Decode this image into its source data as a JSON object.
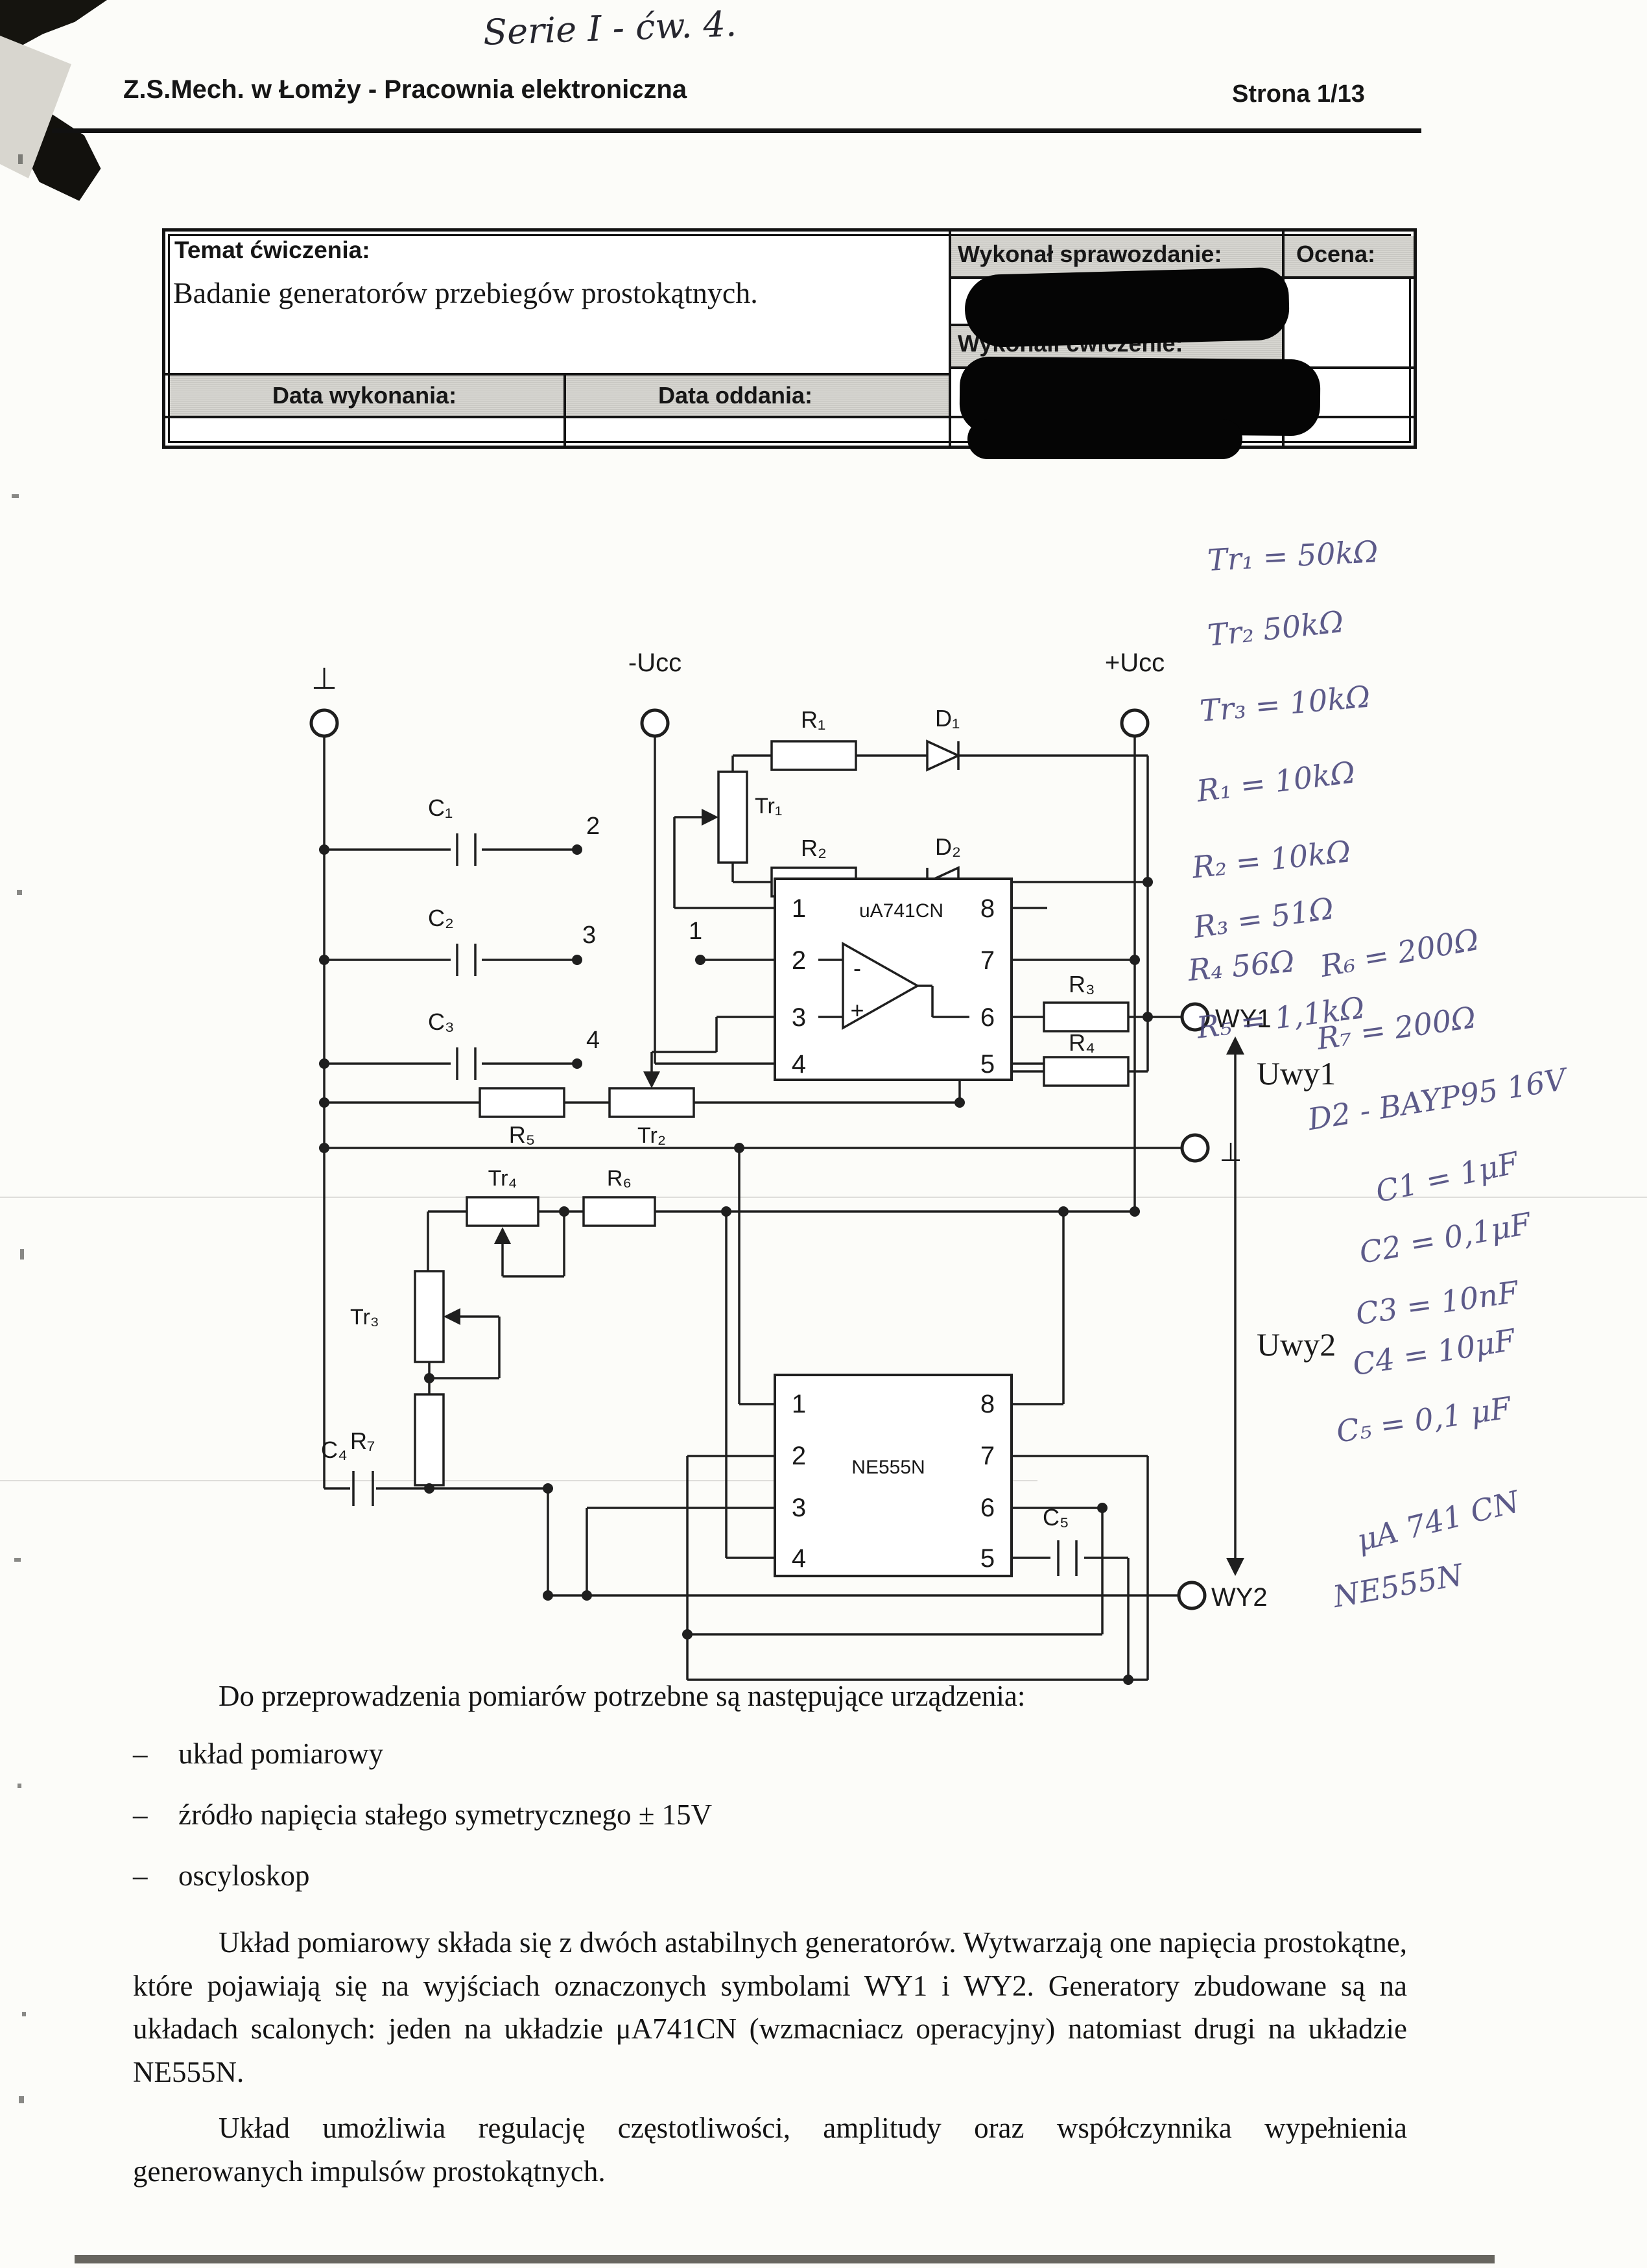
{
  "page": {
    "handwritten_note": "Serie I - ćw. 4.",
    "header_title": "Z.S.Mech. w Łomży - Pracownia elektroniczna",
    "page_number": "Strona 1/13"
  },
  "info_table": {
    "topic_label": "Temat ćwiczenia:",
    "topic_value": "Badanie generatorów przebiegów prostokątnych.",
    "report_label": "Wykonał sprawozdanie:",
    "grade_label": "Ocena:",
    "exercise_label": "Wykonali ćwiczenie:",
    "date_done_label": "Data wykonania:",
    "date_return_label": "Data oddania:"
  },
  "schematic": {
    "supply_gnd": "⊥",
    "supply_neg": "-Ucc",
    "supply_pos": "+Ucc",
    "r1": "R₁",
    "r2": "R₂",
    "r3": "R₃",
    "r4": "R₄",
    "r5": "R₅",
    "r6": "R₆",
    "r7": "R₇",
    "d1": "D₁",
    "d2": "D₂",
    "c1": "C₁",
    "c2": "C₂",
    "c3": "C₃",
    "c4": "C₄",
    "c5": "C₅",
    "tr1": "Tr₁",
    "tr2": "Tr₂",
    "tr3": "Tr₃",
    "tr4": "Tr₄",
    "node1": "1",
    "node2": "2",
    "node3": "3",
    "node4": "4",
    "opamp_name": "uA741CN",
    "timer_name": "NE555N",
    "opamp_pins_left": [
      "1",
      "2",
      "3",
      "4"
    ],
    "opamp_pins_right": [
      "8",
      "7",
      "6",
      "5"
    ],
    "timer_pins_left": [
      "1",
      "2",
      "3",
      "4"
    ],
    "timer_pins_right": [
      "8",
      "7",
      "6",
      "5"
    ],
    "minus": "-",
    "plus": "+",
    "out1": "WY1",
    "out2": "WY2",
    "uout1": "Uwy1",
    "uout2": "Uwy2",
    "mid_gnd": "⊥"
  },
  "handwritten_values": [
    "Tr₁ = 50kΩ",
    "Tr₂  50kΩ",
    "Tr₃ = 10kΩ",
    "R₁ = 10kΩ",
    "R₂ = 10kΩ",
    "R₃ = 51Ω",
    "R₄  56Ω",
    "R₅ = 1,1kΩ",
    "R₆ = 200Ω",
    "R₇ = 200Ω",
    "D2 - BAYP95 16V",
    "C1 = 1μF",
    "C2 = 0,1μF",
    "C3 = 10nF",
    "C4 = 10μF",
    "C₅ = 0,1 μF",
    "μA 741 CN",
    "NE555N"
  ],
  "body": {
    "dash": "–",
    "intro": "Do przeprowadzenia pomiarów potrzebne są następujące urządzenia:",
    "bullets": [
      "układ pomiarowy",
      "źródło napięcia stałego symetrycznego ± 15V",
      "oscyloskop"
    ],
    "para1": "Układ pomiarowy składa się z dwóch astabilnych generatorów. Wytwarzają one napięcia prostokątne, które pojawiają się na wyjściach oznaczonych symbolami WY1 i WY2. Generatory zbudowane są na układach scalonych: jeden na układzie μA741CN (wzmacniacz operacyjny) natomiast drugi na układzie NE555N.",
    "para2": "Układ umożliwia regulację częstotliwości, amplitudy oraz współczynnika wypełnienia generowanych impulsów prostokątnych."
  }
}
